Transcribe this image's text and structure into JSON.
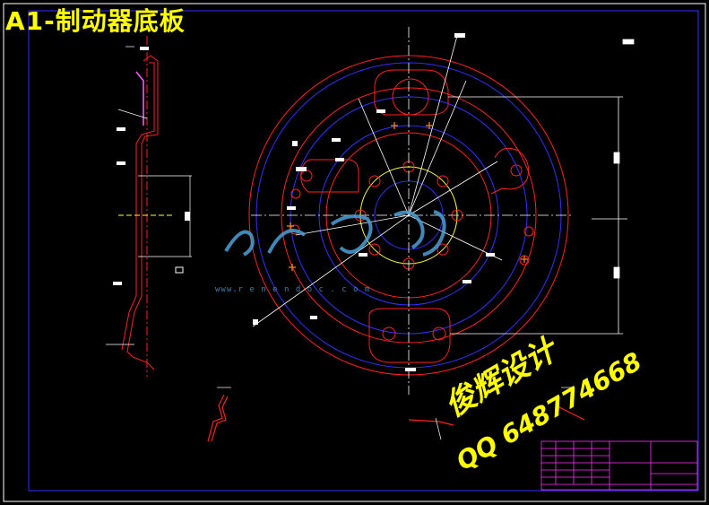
{
  "drawing": {
    "title": "A1-制动器底板",
    "watermark_designer": "俊辉设计",
    "watermark_qq": "QQ 648774668",
    "watermark_site": "www.r e n e n d o c . c o m"
  },
  "colors": {
    "background": "#000000",
    "frame": "#0000ff",
    "outline": "#ff0000",
    "centerline": "#ffffff",
    "pitch_circle": "#ffff00",
    "dimension": "#ffffff",
    "title_block": "#ff00ff",
    "title_text": "#ffff00",
    "watermark_logo": "#4aa0d8"
  },
  "icons": {
    "logo": "watermark-logo-icon"
  }
}
